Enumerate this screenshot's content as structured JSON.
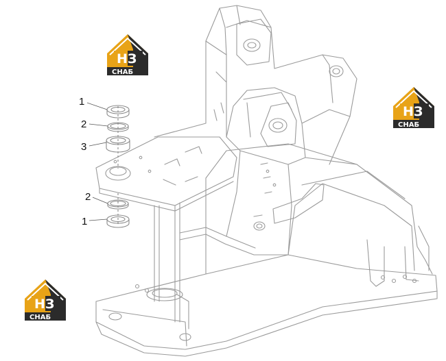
{
  "diagram": {
    "callouts": [
      {
        "id": "c1a",
        "label": "1"
      },
      {
        "id": "c2a",
        "label": "2"
      },
      {
        "id": "c3",
        "label": "3"
      },
      {
        "id": "c2b",
        "label": "2"
      },
      {
        "id": "c1b",
        "label": "1"
      }
    ]
  },
  "watermark": {
    "logo_letters": "НЗ",
    "logo_word": "СНАБ",
    "colors": {
      "gold": "#e8a317",
      "dark": "#2b2b2b",
      "line": "#9a9a9a"
    }
  }
}
